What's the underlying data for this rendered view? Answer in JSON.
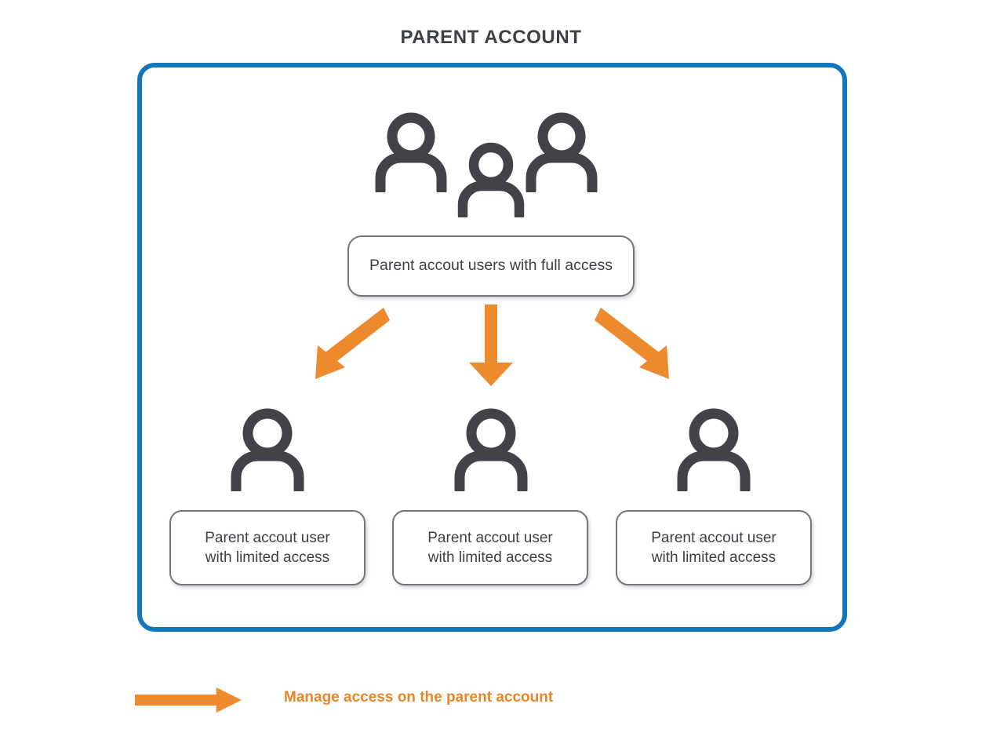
{
  "page": {
    "title": "PARENT ACCOUNT",
    "background_color": "#ffffff"
  },
  "colors": {
    "panel_border_blue": "#1276bc",
    "arrow_orange": "#ee8a2e",
    "legend_text_orange": "#e8862a",
    "icon_gray": "#414348",
    "box_border_gray": "#72767c",
    "text_dark": "#3d4046"
  },
  "panel": {
    "name": "parent-account-panel",
    "border_color": "#1276bc"
  },
  "top_node": {
    "icon": "three-people-icon",
    "label": "Parent accout users with full access"
  },
  "arrows": [
    {
      "name": "arrow-to-child-1",
      "direction": "down-left",
      "color": "#ee8a2e"
    },
    {
      "name": "arrow-to-child-2",
      "direction": "down",
      "color": "#ee8a2e"
    },
    {
      "name": "arrow-to-child-3",
      "direction": "down-right",
      "color": "#ee8a2e"
    }
  ],
  "child_nodes": [
    {
      "icon": "person-icon",
      "line1": "Parent accout user",
      "line2": "with limited access"
    },
    {
      "icon": "person-icon",
      "line1": "Parent accout user",
      "line2": "with limited access"
    },
    {
      "icon": "person-icon",
      "line1": "Parent accout user",
      "line2": "with limited access"
    }
  ],
  "legend": {
    "arrow_icon": "right-arrow-icon",
    "arrow_color": "#ee8a2e",
    "text": "Manage access on the parent account"
  }
}
